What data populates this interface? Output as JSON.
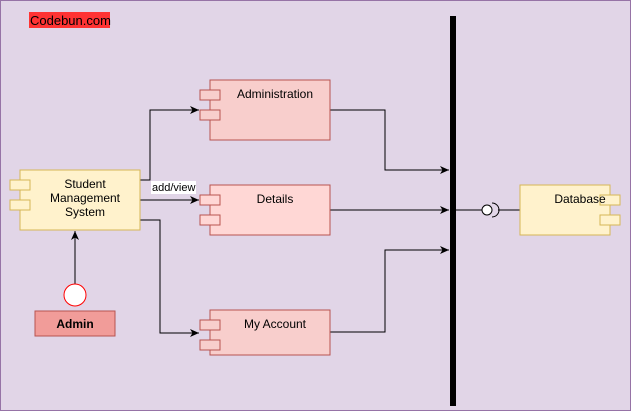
{
  "watermark": "Codebun.com",
  "components": {
    "sms_line1": "Student",
    "sms_line2": "Management",
    "sms_line3": "System",
    "administration": "Administration",
    "details": "Details",
    "my_account": "My Account",
    "database": "Database"
  },
  "actor": {
    "label": "Admin"
  },
  "edge_labels": {
    "add_view": "add/view"
  },
  "colors": {
    "background": "#e1d5e7",
    "yellow_fill": "#fff2cc",
    "yellow_stroke": "#d6b656",
    "red_fill": "#f8cecc",
    "red_stroke": "#b85450",
    "admin_fill": "#f19c99",
    "watermark_bg": "#ff3333",
    "bus": "#000000"
  }
}
